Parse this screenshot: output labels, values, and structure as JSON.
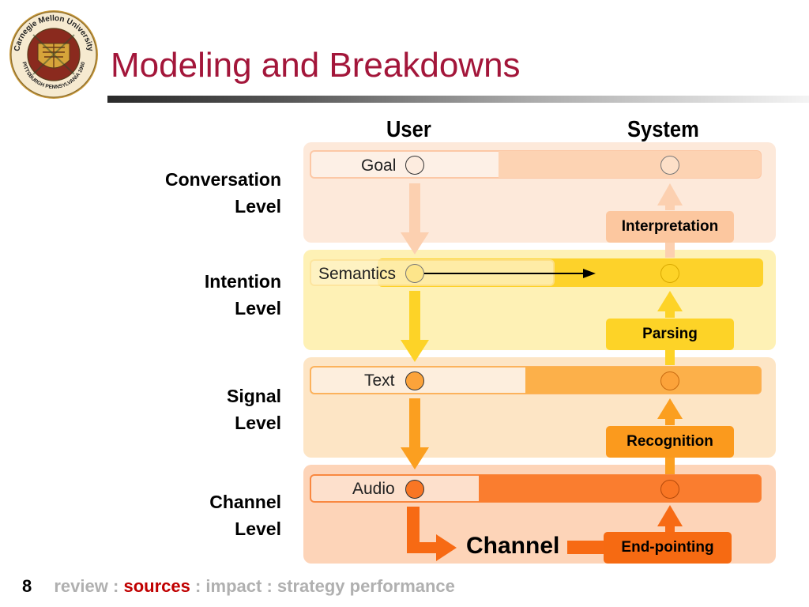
{
  "title": "Modeling and Breakdowns",
  "logo": {
    "ring_text": "Carnegie Mellon University",
    "sub_text": "PITTSBURGH PENNSYLVANIA 1900"
  },
  "columns": {
    "user": "User",
    "system": "System"
  },
  "levels": [
    {
      "line1": "Conversation",
      "line2": "Level",
      "user_item": "Goal",
      "process": "Interpretation",
      "colors": {
        "band": "#fde9da",
        "bar_light": "#fdecdf",
        "bar_dark": "#fdd3b3",
        "circle": "#fdecdf",
        "process_box": "#fcc79f",
        "arrow": "#fcd0b0"
      }
    },
    {
      "line1": "Intention",
      "line2": "Level",
      "user_item": "Semantics",
      "process": "Parsing",
      "colors": {
        "band": "#fef1b5",
        "bar_light": "#fff2c8",
        "bar_dark": "#fdd22a",
        "circle": "#fde58a",
        "process_box": "#fdd327",
        "arrow": "#fdd327"
      }
    },
    {
      "line1": "Signal",
      "line2": "Level",
      "user_item": "Text",
      "process": "Recognition",
      "colors": {
        "band": "#fde5c5",
        "bar_light": "#fde8d0",
        "bar_dark": "#fcb04a",
        "circle": "#fca33a",
        "process_box": "#fb9a1d",
        "arrow": "#fb9f20"
      }
    },
    {
      "line1": "Channel",
      "line2": "Level",
      "user_item": "Audio",
      "process": "End-pointing",
      "colors": {
        "band": "#fdd4b8",
        "bar_light": "#fdd7c0",
        "bar_dark": "#fa7d2f",
        "circle": "#f97624",
        "process_box": "#f66a12",
        "arrow": "#f76a14"
      }
    }
  ],
  "channel_label": "Channel",
  "footer": {
    "page": "8",
    "items": [
      {
        "label": "review",
        "active": false
      },
      {
        "label": "sources",
        "active": true
      },
      {
        "label": "impact",
        "active": false
      },
      {
        "label": "strategy performance",
        "active": false
      }
    ],
    "separator": ":"
  }
}
